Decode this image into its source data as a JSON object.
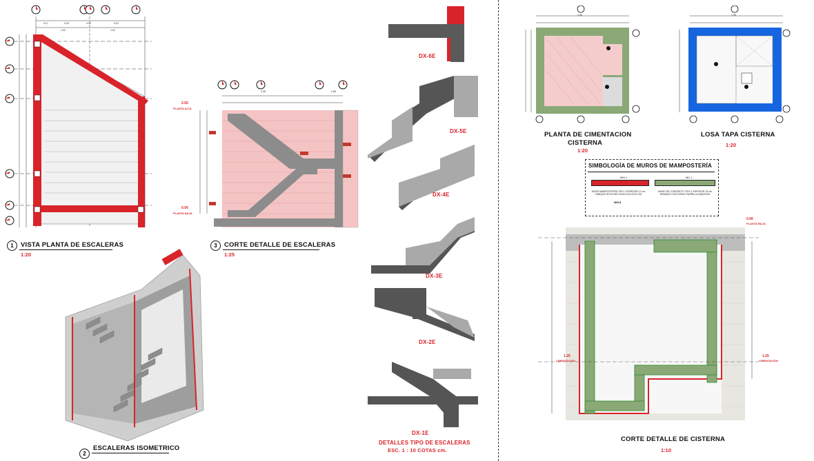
{
  "views": {
    "plan_stairs": {
      "number": "1",
      "title": "VISTA PLANTA DE ESCALERAS",
      "scale": "1:20"
    },
    "iso_stairs": {
      "number": "2",
      "title": "ESCALERAS ISOMETRICO"
    },
    "section_stairs": {
      "number": "3",
      "title": "CORTE DETALLE DE ESCALERAS",
      "scale": "1:25"
    },
    "details": {
      "title": "DETALLES TIPO DE ESCALERAS",
      "scale": "ESC. 1 : 10 COTAS cm."
    },
    "foundation": {
      "title_line1": "PLANTA DE CIMENTACION",
      "title_line2": "CISTERNA",
      "scale": "1:20"
    },
    "cistern_slab": {
      "title": "LOSA TAPA CISTERNA",
      "scale": "1:20"
    },
    "cistern_section": {
      "title": "CORTE DETALLE DE CISTERNA",
      "scale": "1:10"
    }
  },
  "detail_labels": [
    "DX-6E",
    "DX-5E",
    "DX-4E",
    "DX-3E",
    "DX-2E",
    "DX-1E"
  ],
  "legend": {
    "title": "SIMBOLOGÍA DE MUROS DE MAMPOSTERÍA",
    "mm_label": "MM-1",
    "mm_desc": "MURO MAMPOSTERIA TIPO 1 ESPESOR 12 cm TABIQUE ROJO RECOCIDO 6X12X24 CM",
    "mm_code": "MM-8",
    "mc_label": "MC-1",
    "mc_desc": "MURO DE CONCRETO TIPO 1 ESPESOR 15 cm ARMADO CON DOBLE PARRILLA #3@20CM"
  },
  "section_levels": {
    "top": "2.55",
    "top_label": "PLANTA ALTA",
    "bottom": "0.00",
    "bottom_label": "PLANTA BAJA"
  },
  "cistern_levels": {
    "top": "0.00",
    "top_label": "PLANTA BAJA",
    "mid": "1.25",
    "mid_label": "CIMENTACIÓN"
  },
  "dims": {
    "plan_top": [
      "0.17",
      "0.23",
      "0.12",
      "0.22"
    ],
    "plan_top2": [
      "1.02",
      "1.01"
    ],
    "section_top": [
      "2.35",
      "0.65"
    ],
    "found_top": [
      "2.06"
    ],
    "slab_top": [
      "1.35"
    ]
  },
  "colors": {
    "red": "#d8232a",
    "green": "#7fa86b",
    "blue": "#1565e0",
    "hatch": "#f2b8b8",
    "concrete": "#8a8a8a"
  }
}
